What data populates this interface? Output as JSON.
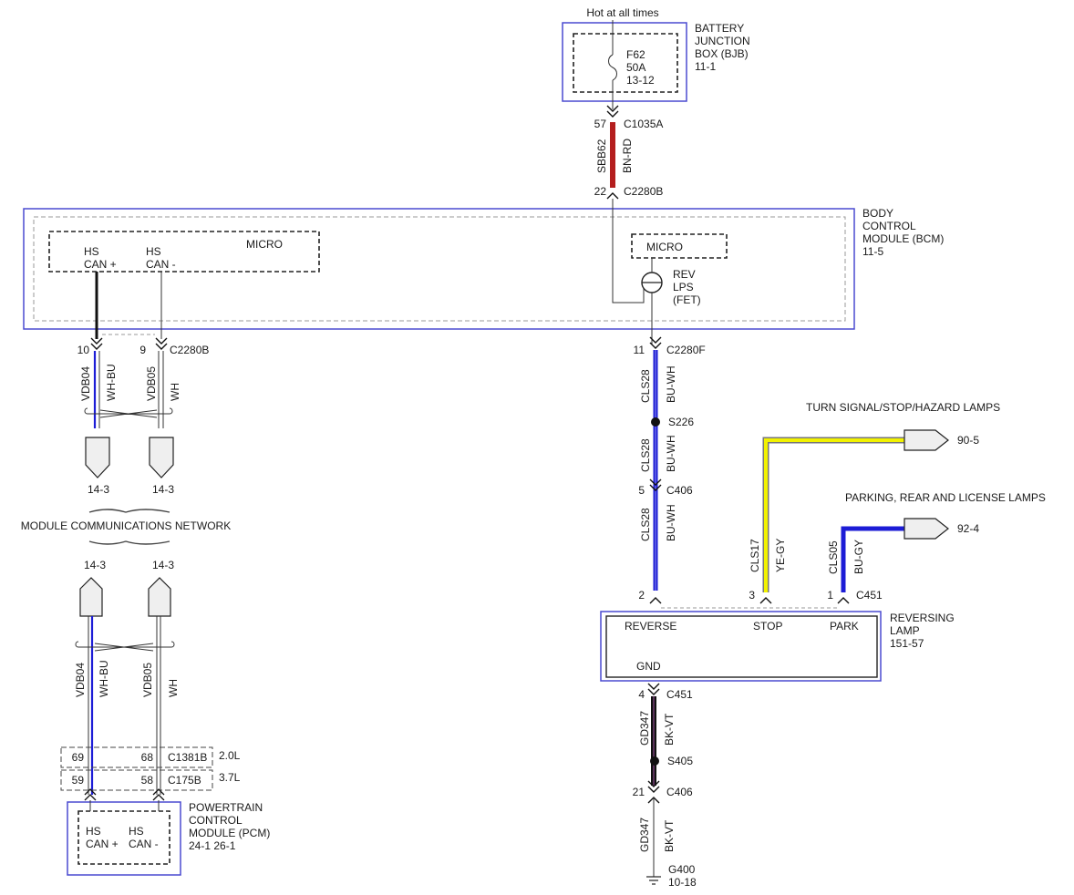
{
  "colors": {
    "blue": "#1c1cd6",
    "yellow": "#f2f200",
    "red": "#b41e1e",
    "black": "#111111",
    "box_border": "#4a4ad0",
    "box_fill": "#f0f0f0"
  },
  "bjb": {
    "hot_label": "Hot at all times",
    "name": [
      "BATTERY",
      "JUNCTION",
      "BOX (BJB)",
      "11-1"
    ],
    "fuse": [
      "F62",
      "50A",
      "13-12"
    ]
  },
  "wire_power": {
    "top_pin": "57",
    "top_conn": "C1035A",
    "circuit": "SBB62",
    "color": "BN-RD",
    "bottom_pin": "22",
    "bottom_conn": "C2280B"
  },
  "bcm": {
    "name": [
      "BODY",
      "CONTROL",
      "MODULE (BCM)",
      "11-5"
    ],
    "micro_left": "MICRO",
    "hs_can_plus": [
      "HS",
      "CAN +"
    ],
    "hs_can_minus": [
      "HS",
      "CAN -"
    ],
    "micro_right": "MICRO",
    "fet": [
      "REV",
      "LPS",
      "(FET)"
    ]
  },
  "can_top": {
    "pin_plus": "10",
    "pin_minus": "9",
    "conn": "C2280B",
    "plus_circuit": "VDB04",
    "plus_color": "WH-BU",
    "minus_circuit": "VDB05",
    "minus_color": "WH",
    "ref_left": "14-3",
    "ref_right": "14-3"
  },
  "network_label": "MODULE COMMUNICATIONS NETWORK",
  "can_bottom": {
    "ref_left": "14-3",
    "ref_right": "14-3",
    "plus_circuit": "VDB04",
    "plus_color": "WH-BU",
    "minus_circuit": "VDB05",
    "minus_color": "WH",
    "row1_pin_plus": "69",
    "row1_pin_minus": "68",
    "row1_conn": "C1381B",
    "row1_engine": "2.0L",
    "row2_pin_plus": "59",
    "row2_pin_minus": "58",
    "row2_conn": "C175B",
    "row2_engine": "3.7L"
  },
  "pcm": {
    "name": [
      "POWERTRAIN",
      "CONTROL",
      "MODULE (PCM)",
      "24-1   26-1"
    ],
    "hs_can_plus": [
      "HS",
      "CAN +"
    ],
    "hs_can_minus": [
      "HS",
      "CAN -"
    ]
  },
  "rev_wire": {
    "pin_top": "11",
    "conn_top": "C2280F",
    "circuit": "CLS28",
    "color": "BU-WH",
    "splice": "S226",
    "pin_mid": "5",
    "conn_mid": "C406"
  },
  "turn_signal": {
    "label": "TURN SIGNAL/STOP/HAZARD LAMPS",
    "ref": "90-5",
    "circuit": "CLS17",
    "color": "YE-GY",
    "pin": "3"
  },
  "parking": {
    "label": "PARKING, REAR AND LICENSE LAMPS",
    "ref": "92-4",
    "circuit": "CLS05",
    "color": "BU-GY",
    "pin": "1",
    "conn": "C451"
  },
  "reversing_lamp": {
    "name": [
      "REVERSING",
      "LAMP",
      "151-57"
    ],
    "reverse": "REVERSE",
    "stop": "STOP",
    "park": "PARK",
    "gnd": "GND",
    "pin_reverse": "2"
  },
  "ground": {
    "pin_top": "4",
    "conn_top": "C451",
    "circuit": "GD347",
    "color": "BK-VT",
    "splice": "S405",
    "pin_mid": "21",
    "conn_mid": "C406",
    "ground_id": "G400",
    "ground_ref": "10-18"
  }
}
